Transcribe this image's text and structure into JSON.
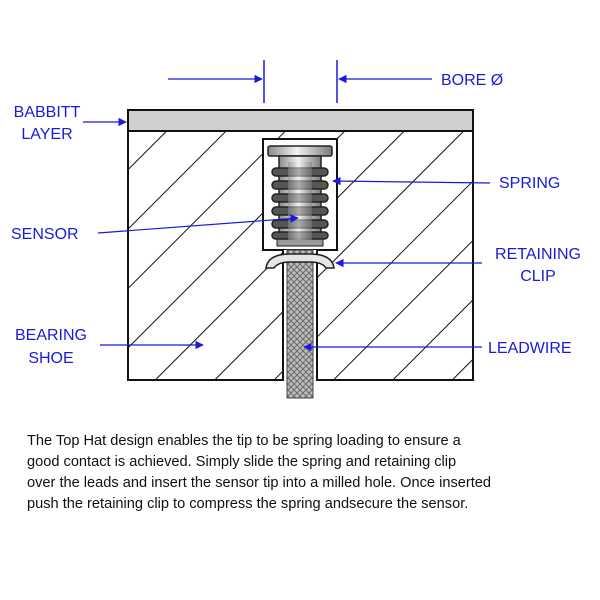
{
  "labels": {
    "bore": "BORE Ø",
    "babbitt": [
      "BABBITT",
      "LAYER"
    ],
    "spring": "SPRING",
    "sensor": "SENSOR",
    "retaining_clip": [
      "RETAINING",
      "CLIP"
    ],
    "bearing_shoe": [
      "BEARING",
      "SHOE"
    ],
    "leadwire": "LEADWIRE"
  },
  "caption_lines": [
    "The Top Hat design enables the tip to be spring loading to ensure a",
    "good contact is achieved. Simply slide the spring and retaining clip",
    "over the leads and insert the sensor tip into a milled hole. Once inserted",
    "push the retaining clip to compress the spring andsecure the sensor."
  ],
  "colors": {
    "label_blue": "#1a1ad8",
    "babbitt_fill": "#cfcfcf",
    "outline": "#111111"
  }
}
